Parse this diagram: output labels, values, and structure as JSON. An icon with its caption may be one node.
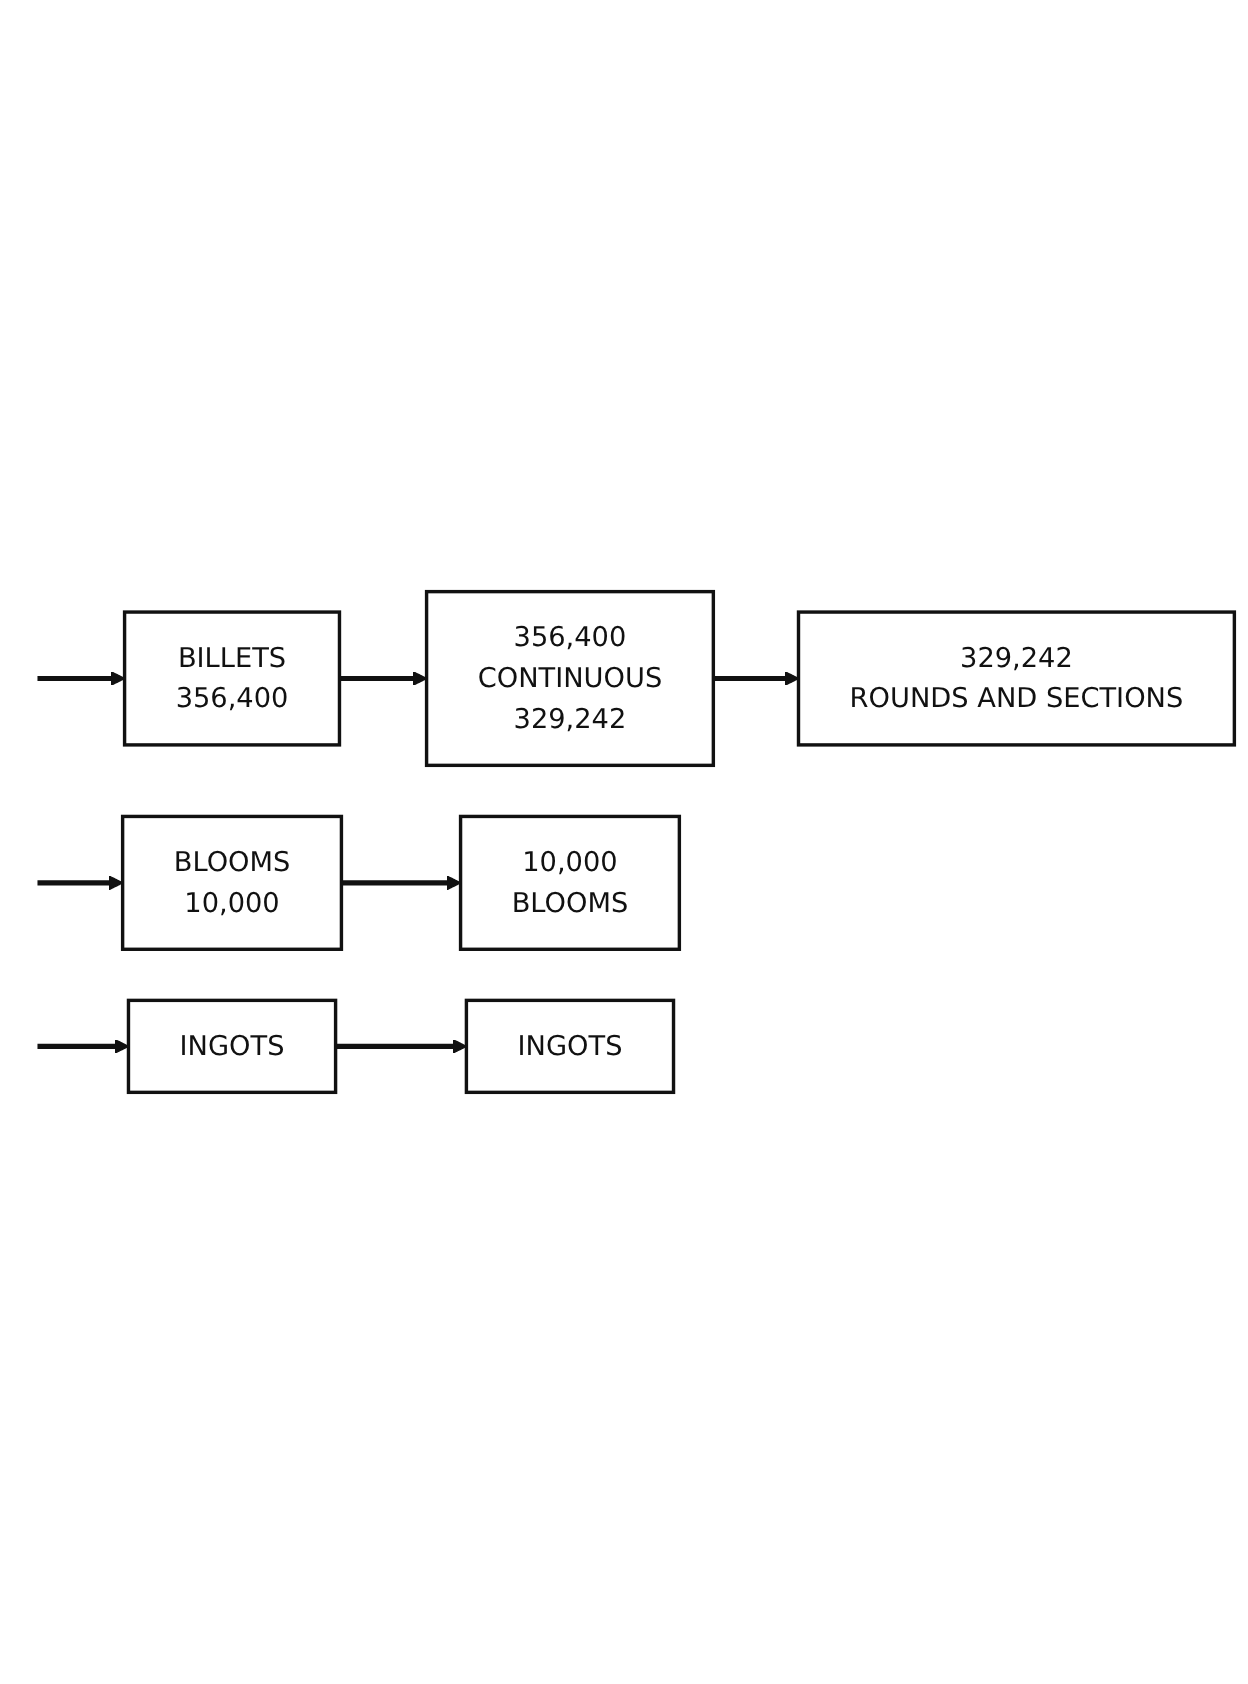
{
  "diagram": {
    "nodes": [
      {
        "text": [
          "INGOTS"
        ]
      },
      {
        "text": [
          "BLOOMS",
          "10,000"
        ]
      },
      {
        "text": [
          "BILLETS",
          "356,400"
        ]
      },
      {
        "text": [
          "356,400",
          "CONTINUOUS",
          "329,242"
        ]
      },
      {
        "text": [
          "329,242",
          "ROUNDS AND SECTIONS"
        ]
      },
      {
        "text": [
          "10,000",
          "BLOOMS"
        ]
      },
      {
        "text": [
          "INGOTS"
        ]
      }
    ],
    "edges": [
      {
        "from": null,
        "to": 0,
        "arrow": "to"
      },
      {
        "from": null,
        "to": 1,
        "arrow": "to"
      },
      {
        "from": null,
        "to": 2,
        "arrow": "to"
      },
      {
        "from": 0,
        "to": 6,
        "arrow": "to"
      },
      {
        "from": 1,
        "to": 5,
        "arrow": "to"
      },
      {
        "from": 2,
        "to": 3,
        "arrow": "to"
      },
      {
        "from": 3,
        "to": 4,
        "arrow": "to"
      }
    ]
  }
}
